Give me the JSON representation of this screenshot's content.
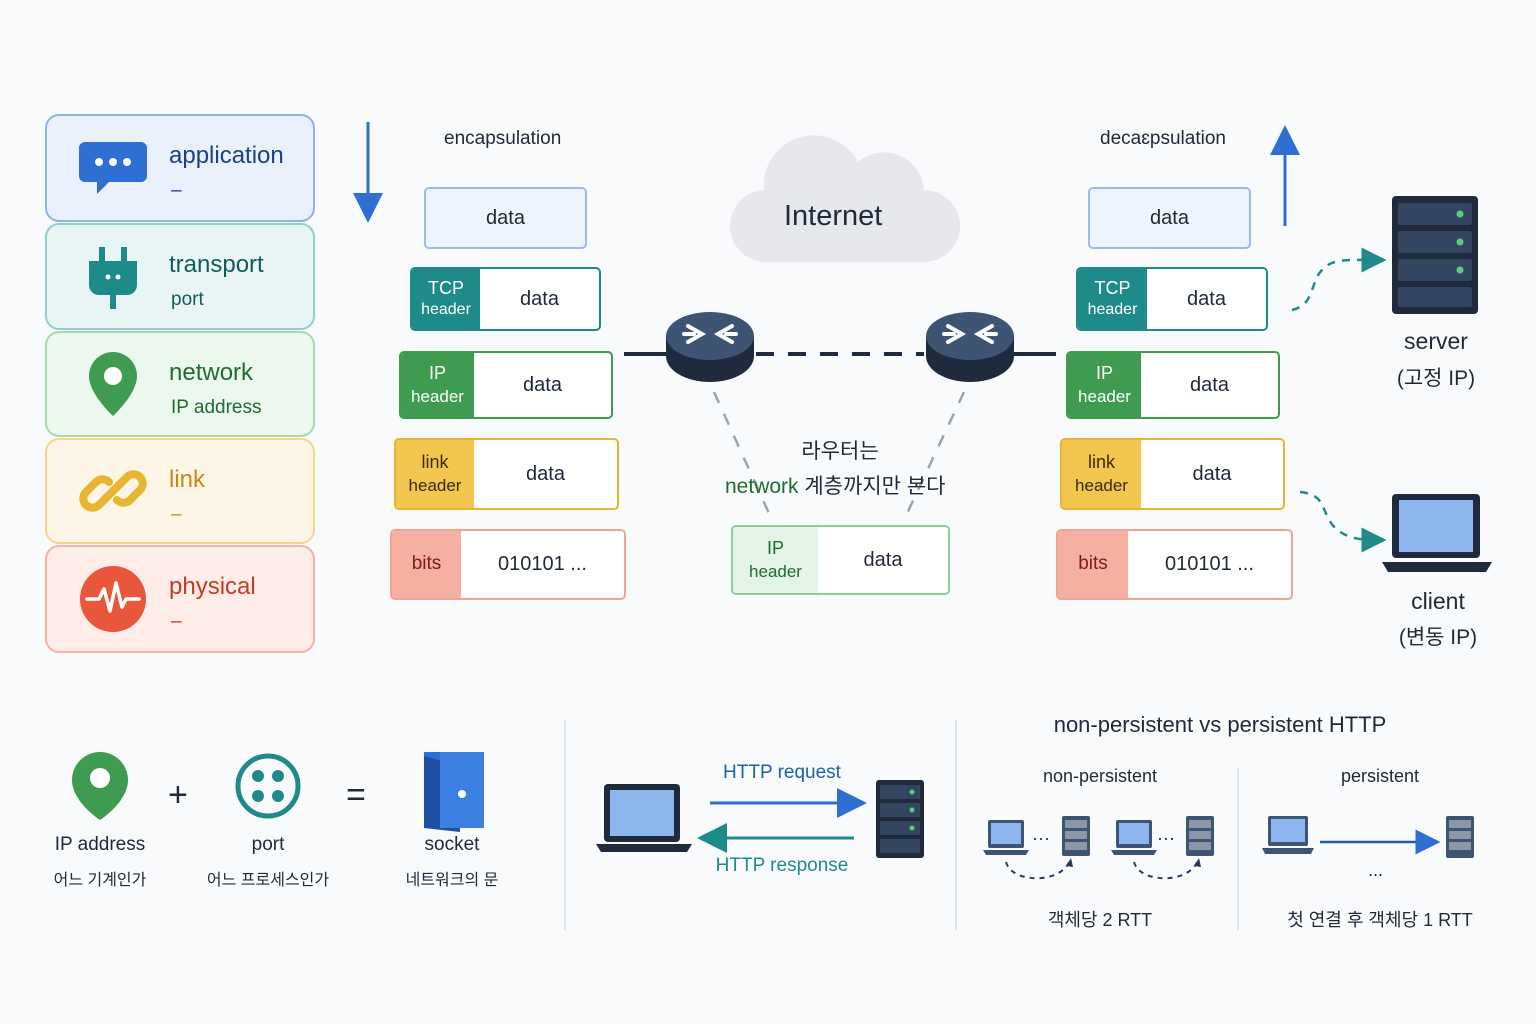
{
  "layers": [
    {
      "name": "application",
      "sub": "–",
      "icon": "chat-bubble-icon"
    },
    {
      "name": "transport",
      "sub": "port",
      "icon": "plug-icon"
    },
    {
      "name": "network",
      "sub": "IP address",
      "icon": "location-pin-icon"
    },
    {
      "name": "link",
      "sub": "–",
      "icon": "chain-link-icon"
    },
    {
      "name": "physical",
      "sub": "–",
      "icon": "waveform-icon"
    }
  ],
  "encapsulation": {
    "title": "encapsulation",
    "rows": [
      {
        "header": "",
        "data": "data"
      },
      {
        "header_line1": "TCP",
        "header_line2": "header",
        "data": "data"
      },
      {
        "header_line1": "IP",
        "header_line2": "header",
        "data": "data"
      },
      {
        "header_line1": "link",
        "header_line2": "header",
        "data": "data"
      },
      {
        "header_line1": "bits",
        "header_line2": "",
        "data": "010101 ..."
      }
    ]
  },
  "decapsulation": {
    "title": "decaɛpsulation",
    "rows": [
      {
        "header": "",
        "data": "data"
      },
      {
        "header_line1": "TCP",
        "header_line2": "header",
        "data": "data"
      },
      {
        "header_line1": "IP",
        "header_line2": "header",
        "data": "data"
      },
      {
        "header_line1": "link",
        "header_line2": "header",
        "data": "data"
      },
      {
        "header_line1": "bits",
        "header_line2": "",
        "data": "010101 ..."
      }
    ]
  },
  "internet": {
    "label": "Internet"
  },
  "router_note": {
    "line1": "라우터는",
    "line2_highlight": "network",
    "line2_rest": " 계층까지만 본다"
  },
  "router_packet": {
    "header_line1": "IP",
    "header_line2": "header",
    "data": "data"
  },
  "server": {
    "name": "server",
    "ip": "(고정 IP)"
  },
  "client": {
    "name": "client",
    "ip": "(변동 IP)"
  },
  "socket_eq": {
    "ip_label": "IP address",
    "ip_desc": "어느 기계인가",
    "plus": "+",
    "port_label": "port",
    "port_desc": "어느 프로세스인가",
    "equals": "=",
    "socket_label": "socket",
    "socket_desc": "네트워크의 문"
  },
  "http": {
    "request": "HTTP request",
    "response": "HTTP response"
  },
  "persistence": {
    "title": "non-persistent vs persistent HTTP",
    "non_label": "non-persistent",
    "non_caption": "객체당 2 RTT",
    "per_label": "persistent",
    "per_caption": "첫 연결 후 객체당 1 RTT",
    "ellipsis": "...",
    "dots": "···"
  },
  "colors": {
    "blue": "#2f6fd1",
    "teal": "#1f8a8a",
    "green": "#3e9b4f",
    "yellow": "#e8b533",
    "red": "#e8573c",
    "navy": "#2a3b55"
  }
}
